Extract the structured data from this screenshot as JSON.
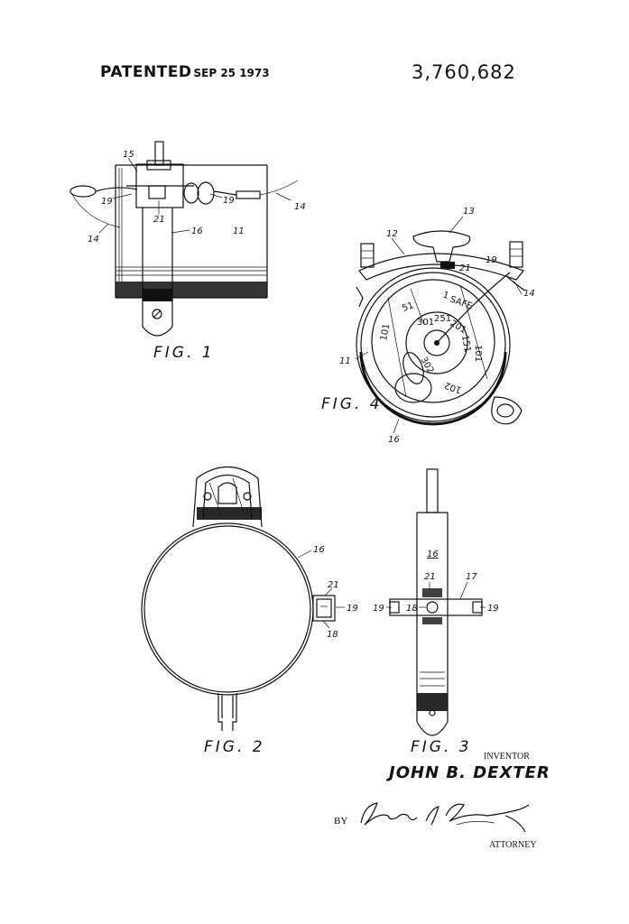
{
  "header": {
    "patented_label": "PATENTED",
    "patent_date": "SEP 25 1973",
    "patent_number": "3,760,682"
  },
  "figures": {
    "fig1": {
      "label": "FIG. 1",
      "refs": {
        "r15": "15",
        "r19a": "19",
        "r19b": "19",
        "r21": "21",
        "r14a": "14",
        "r14b": "14",
        "r16": "16",
        "r11": "11"
      }
    },
    "fig2": {
      "label": "FIG. 2",
      "refs": {
        "r16": "16",
        "r21": "21",
        "r19": "19",
        "r18": "18"
      }
    },
    "fig3": {
      "label": "FIG. 3",
      "refs": {
        "r16": "16",
        "r21": "21",
        "r17": "17",
        "r19a": "19",
        "r19b": "19",
        "r18": "18"
      }
    },
    "fig4": {
      "label": "FIG. 4",
      "refs": {
        "r13": "13",
        "r12": "12",
        "r21": "21",
        "r19": "19",
        "r14": "14",
        "r11": "11",
        "r16": "16"
      },
      "dial": {
        "safe": "SAFE",
        "d1": "1",
        "d51": "51",
        "d301": "301",
        "d251": "251",
        "d201": "201",
        "d151": "151",
        "d101a": "101",
        "d101b": "101",
        "d102": "102",
        "d302": "302"
      }
    }
  },
  "inventor": {
    "label": "INVENTOR",
    "name": "JOHN B. DEXTER"
  },
  "attorney": {
    "by_label": "BY",
    "label": "ATTORNEY"
  }
}
